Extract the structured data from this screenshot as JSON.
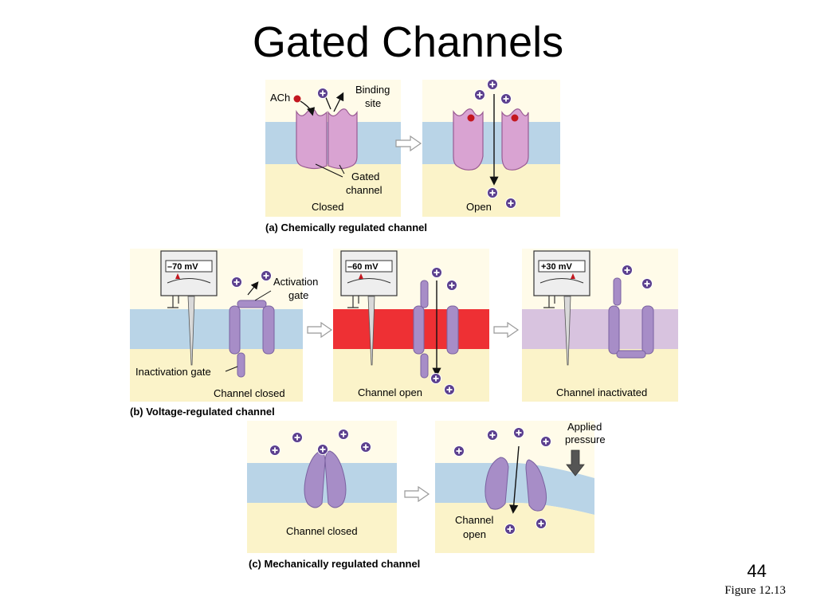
{
  "slide": {
    "title": "Gated Channels",
    "page_number": "44",
    "figure_label": "Figure 12.13"
  },
  "colors": {
    "membrane_blue": "#b9d4e7",
    "extracellular": "#fffbe9",
    "cytoplasm_yellow": "#fbf3c9",
    "chemical_protein_pink": "#d9a3d2",
    "voltage_protein_purple": "#a78dc7",
    "depolarized_red": "#ee3034",
    "inactivated_lilac": "#d8c3df",
    "ion_purple": "#5b3f8e",
    "ach_red": "#c3171f"
  },
  "panel_a": {
    "caption": "(a) Chemically regulated channel",
    "ach_label": "ACh",
    "binding_label_line1": "Binding",
    "binding_label_line2": "site",
    "gated_label_line1": "Gated",
    "gated_label_line2": "channel",
    "state_closed": "Closed",
    "state_open": "Open"
  },
  "panel_b": {
    "caption": "(b) Voltage-regulated channel",
    "meter_1": "–70 mV",
    "meter_2": "–60 mV",
    "meter_3": "+30 mV",
    "activation_line1": "Activation",
    "activation_line2": "gate",
    "inactivation_label": "Inactivation gate",
    "state_closed": "Channel closed",
    "state_open": "Channel open",
    "state_inactivated": "Channel inactivated"
  },
  "panel_c": {
    "caption": "(c) Mechanically regulated channel",
    "applied_line1": "Applied",
    "applied_line2": "pressure",
    "state_closed": "Channel closed",
    "open_line1": "Channel",
    "open_line2": "open"
  }
}
